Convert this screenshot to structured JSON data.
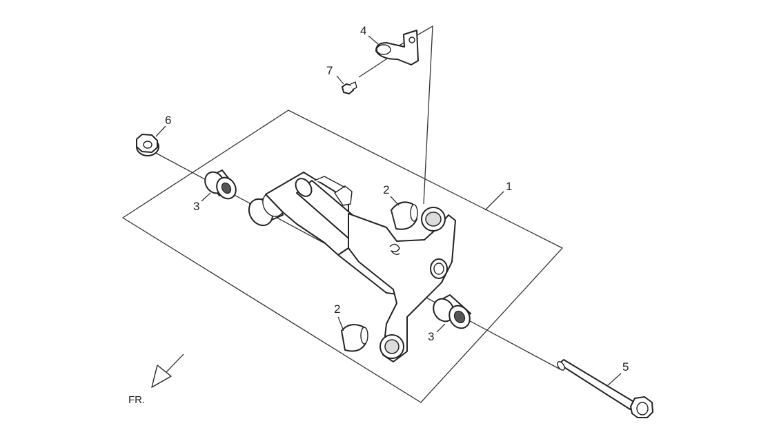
{
  "labels": {
    "part_1": "1",
    "part_2a": "2",
    "part_2b": "2",
    "part_3a": "3",
    "part_3b": "3",
    "part_4": "4",
    "part_5": "5",
    "part_6": "6",
    "part_7": "7",
    "front": "FR."
  },
  "colors": {
    "line": "#222222",
    "background": "#ffffff"
  }
}
